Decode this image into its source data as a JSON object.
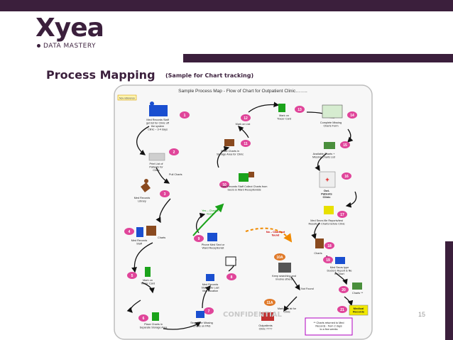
{
  "brand": {
    "logo": "Xyea",
    "tagline": "DATA MASTERY"
  },
  "slide": {
    "title": "Process Mapping",
    "subtitle": "(Sample for Chart tracking)",
    "confidential": "CONFIDENTIAL",
    "page_number": "15"
  },
  "map": {
    "title": "Sample Process Map - Flow of Chart for Outpatient Clinic……..",
    "tag": "Nov reference",
    "steps": [
      {
        "num": "1",
        "lines": [
          "Med Records Staff",
          "get list for Clinic off",
          "the system",
          "Clinic – 3-4 days"
        ]
      },
      {
        "num": "2",
        "lines": [
          "Print List of",
          "Patients for",
          "Clinic"
        ]
      },
      {
        "num": "3",
        "lines": [
          "Med Records",
          "Library"
        ]
      },
      {
        "num": "4",
        "lines": [
          "Med Records",
          "Staff"
        ]
      },
      {
        "num": "5",
        "lines": [
          "Mark on",
          "Tracer Card"
        ]
      },
      {
        "num": "6",
        "lines": [
          "Place Charts in",
          "Separate Storage Area"
        ]
      },
      {
        "num": "7",
        "lines": [
          "Search for Missing",
          "Charts on PAS"
        ]
      },
      {
        "num": "8",
        "lines": [
          "Med Records",
          "Staff Note Last",
          "Visit Location"
        ]
      },
      {
        "num": "9",
        "lines": [
          "Phone Med Sect or",
          "Ward Receptionist"
        ]
      },
      {
        "num": "10",
        "lines": [
          "Med Records Staff Collect Charts from",
          "Secrs & Ward Receptionists"
        ]
      },
      {
        "num": "11",
        "lines": [
          "Place Charts in",
          "Storage Area for Clinic"
        ]
      },
      {
        "num": "12",
        "lines": [
          "Mark on List"
        ]
      },
      {
        "num": "13",
        "lines": [
          "Mark on",
          "Tracer Card"
        ]
      },
      {
        "num": "14",
        "lines": [
          "Complete Missing",
          "Charts Form"
        ]
      },
      {
        "num": "15",
        "lines": [
          "Available Charts +",
          "Missing Charts List"
        ]
      },
      {
        "num": "16",
        "lines": [
          "Out-",
          "Patients",
          "Clinic"
        ]
      },
      {
        "num": "17",
        "lines": [
          "Med Secrs file Reports/test",
          "Results in Charts before Clinic"
        ]
      },
      {
        "num": "18",
        "lines": [
          "Charts"
        ]
      },
      {
        "num": "19",
        "lines": [
          "Med Secrs type",
          "Doctors Report & file",
          "in Chart"
        ]
      },
      {
        "num": "20",
        "lines": [
          "Charts **"
        ]
      },
      {
        "num": "21",
        "lines": [
          "Medical",
          "Records"
        ]
      },
      {
        "num": "10A",
        "lines": [
          "Keep searching and",
          "involve others"
        ]
      },
      {
        "num": "11A",
        "lines": [
          "Mark on List for",
          "Clinic"
        ]
      }
    ],
    "labels": {
      "pull_charts": "Pull Charts",
      "charts_label": "Charts",
      "yes_found": [
        "Yes – Chart is",
        "found"
      ],
      "no_found": [
        "No – Chart not",
        "found"
      ],
      "not_found": "Not Found",
      "outpatients": [
        "Outpatients",
        "Clinic ????"
      ],
      "note": [
        "** Charts returned to Med",
        "Records - from 2 days",
        "to a few weeks"
      ]
    }
  }
}
